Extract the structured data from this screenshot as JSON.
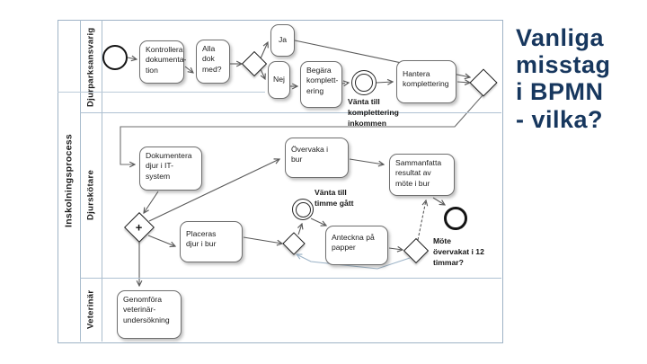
{
  "slide": {
    "background": "#ffffff",
    "title": {
      "lines": [
        "Vanliga",
        "misstag",
        "i BPMN",
        "- vilka?"
      ],
      "color": "#17375e"
    }
  },
  "diagram": {
    "pool_label": "Inskolningsprocess",
    "lane_labels": [
      "Djurparksansvarig",
      "Djurskötare",
      "Veterinär"
    ],
    "nodes": {
      "kontrollera": {
        "label": "Kontrollera\ndokumenta-\ntion"
      },
      "alla_dok": {
        "label": "Alla\ndok\nmed?"
      },
      "ja": {
        "label": "Ja"
      },
      "nej": {
        "label": "Nej"
      },
      "begara": {
        "label": "Begära\nkomplett-\nering"
      },
      "hantera": {
        "label": "Hantera\nkomplettering"
      },
      "dokumentera": {
        "label": "Dokumentera\ndjur i IT-\nsystem"
      },
      "overvaka": {
        "label": "Övervaka i\nbur"
      },
      "placeras": {
        "label": "Placeras\ndjur i bur"
      },
      "anteckna": {
        "label": "Anteckna på\npapper"
      },
      "sammanfatta": {
        "label": "Sammanfatta\nresultat av\nmöte i bur"
      },
      "genomfora": {
        "label": "Genomföra\nveterinär-\nundersökning"
      },
      "parallel_gateway_marker": "+"
    },
    "event_labels": {
      "vanta_komplettering": "Vänta till\nkomplettering\ninkommen",
      "vanta_timme": "Vänta till\ntimme gått",
      "mote_overvakat": "Möte\növervakat i 12\ntimmar?"
    },
    "shapes": [
      "start-event",
      "intermediate-event",
      "intermediate-event",
      "end-event",
      "exclusive-gateway",
      "merge-gateway",
      "parallel-gateway",
      "exclusive-gateway",
      "exclusive-gateway"
    ],
    "colors": {
      "lane_border": "#a3b8cb",
      "task_border": "#6f6f6f",
      "connector": "#5a5a5a",
      "loop_connector": "#a9bfd0",
      "title_accent": "#17375e"
    }
  }
}
